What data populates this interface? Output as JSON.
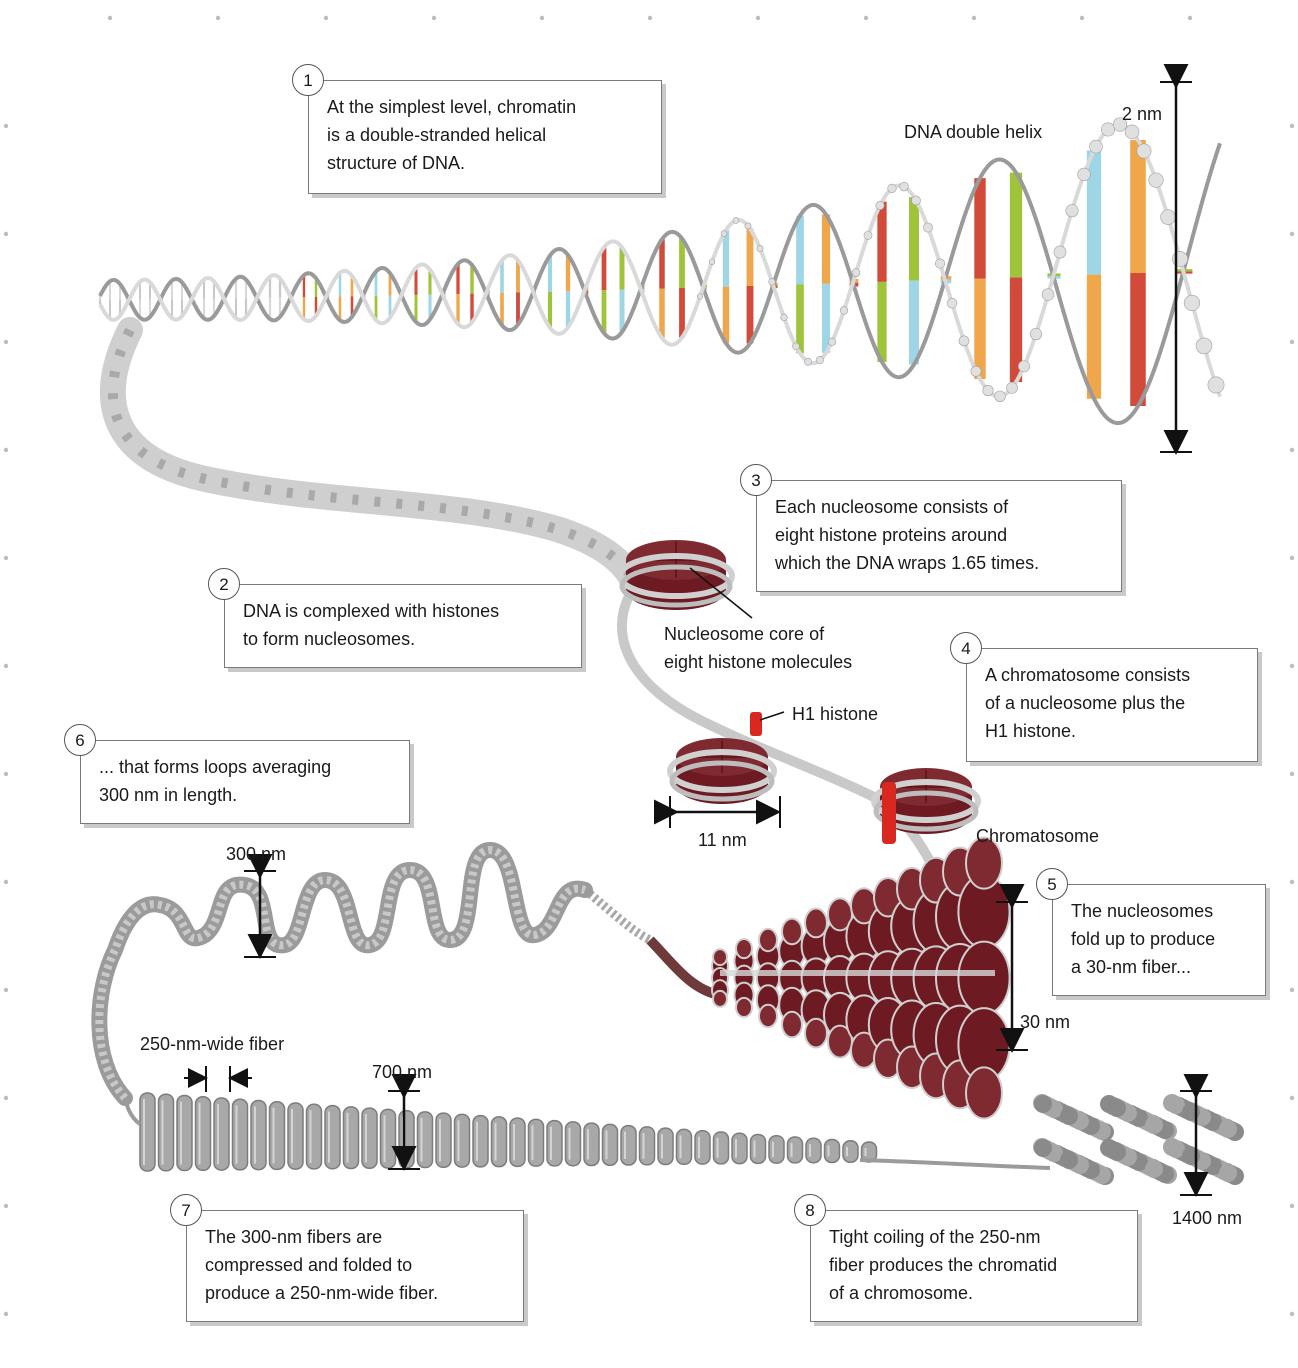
{
  "callouts": [
    {
      "num": "1",
      "text": "At the simplest level, chromatin\nis a double-stranded helical\nstructure of DNA."
    },
    {
      "num": "2",
      "text": "DNA is complexed with histones\nto form nucleosomes."
    },
    {
      "num": "3",
      "text": "Each nucleosome consists of\neight histone proteins around\nwhich the DNA wraps 1.65 times."
    },
    {
      "num": "4",
      "text": "A chromatosome consists\nof a nucleosome plus the\nH1 histone."
    },
    {
      "num": "5",
      "text": "The nucleosomes\nfold up to produce\na 30-nm fiber..."
    },
    {
      "num": "6",
      "text": "... that forms loops averaging\n300 nm in length."
    },
    {
      "num": "7",
      "text": "The 300-nm fibers are\ncompressed and folded to\nproduce a 250-nm-wide fiber."
    },
    {
      "num": "8",
      "text": "Tight coiling of the 250-nm\nfiber produces the chromatid\nof a chromosome."
    }
  ],
  "labels": {
    "dna_helix": "DNA double helix",
    "two_nm": "2 nm",
    "nucleosome_core": "Nucleosome core of\neight histone molecules",
    "h1_histone": "H1 histone",
    "eleven_nm": "11 nm",
    "chromatosome": "Chromatosome",
    "thirty_nm": "30 nm",
    "three_hundred_nm": "300 nm",
    "fiber_250": "250-nm-wide fiber",
    "seven_hundred_nm": "700 nm",
    "fourteen_hundred_nm": "1400 nm"
  },
  "colors": {
    "histone": "#6e1a22",
    "histone_top": "#7f2a30",
    "h1": "#d9281f",
    "strand": "#d4d4d4",
    "strand_dark": "#9a9a9a",
    "base_red": "#d24a3a",
    "base_green": "#9fc43a",
    "base_blue": "#9fd6e6",
    "base_orange": "#f0a64a"
  }
}
